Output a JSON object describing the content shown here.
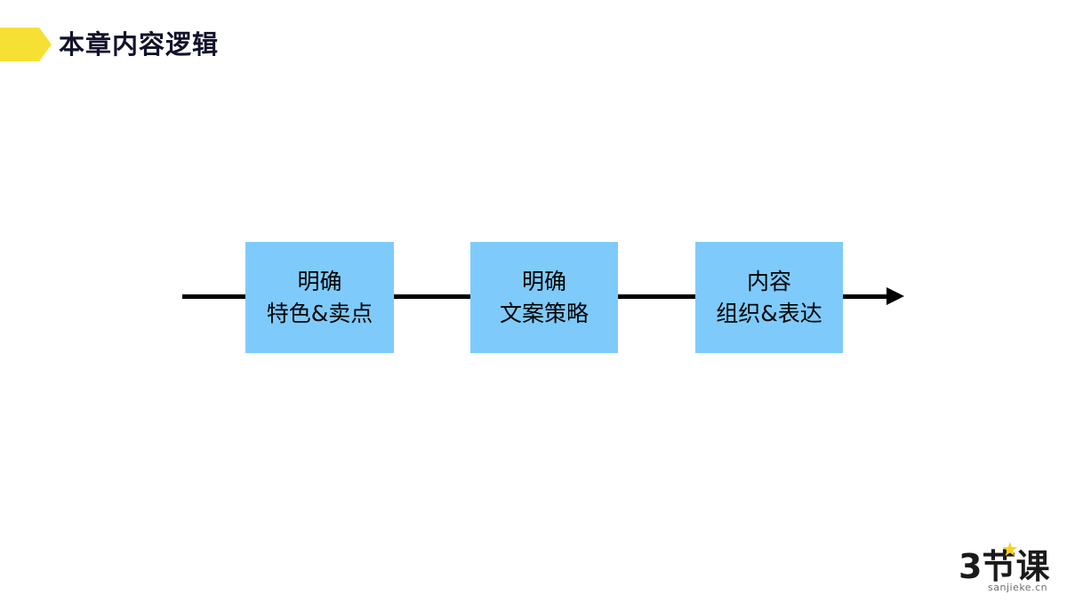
{
  "slide": {
    "title": "本章内容逻辑",
    "background_color": "#ffffff",
    "title_tag_color": "#f7e034",
    "title_color": "#12122a"
  },
  "diagram": {
    "type": "flow",
    "accent_color": "#7ecbfb",
    "line_color": "#000000",
    "nodes": [
      {
        "line1": "明确",
        "line2": "特色&卖点"
      },
      {
        "line1": "明确",
        "line2": "文案策略"
      },
      {
        "line1": "内容",
        "line2": "组织&表达"
      }
    ]
  },
  "logo": {
    "main": "3节课",
    "sub": "sanjieke.cn",
    "star": "★",
    "star_color": "#f7d117"
  }
}
